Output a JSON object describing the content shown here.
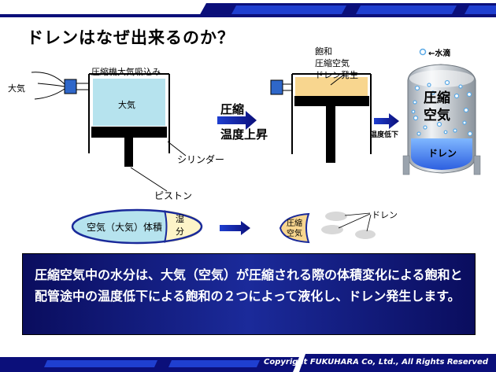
{
  "title": "ドレンはなぜ出来るのか？",
  "diagram": {
    "left": {
      "air_in_label": "大気",
      "intake_label": "圧縮機大気吸込み",
      "cylinder_content_label": "大気",
      "cylinder_label": "シリンダー",
      "piston_label": "ピストン"
    },
    "process_arrow": {
      "line1": "圧縮",
      "line2": "温度上昇"
    },
    "middle": {
      "label_line1": "飽和",
      "label_line2": "圧縮空気",
      "label_line3": "ドレン発生"
    },
    "cooling_arrow_label": "温度低下",
    "tank": {
      "droplet_label": "←水滴",
      "air_label_line1": "圧縮",
      "air_label_line2": "空気",
      "drain_label": "ドレン"
    },
    "volume": {
      "ellipse_label": "空気（大気）体積",
      "moisture_label_line1": "湿",
      "moisture_label_line2": "分",
      "compressed_label_line1": "圧縮",
      "compressed_label_line2": "空気",
      "drain_label": "ドレン"
    }
  },
  "description": "圧縮空気中の水分は、大気（空気）が圧縮される際の体積変化による飽和と配管途中の温度低下による飽和の２つによって液化し、ドレン発生します。",
  "footer": {
    "copyright": "Copyright FUKUHARA Co, Ltd., All Rights Reserved"
  },
  "colors": {
    "navy": "#0b0f7a",
    "accent_blue": "#1f3fd0",
    "cylinder_air": "#b6e3ee",
    "compressed_air": "#f8d68f",
    "piston": "#000000",
    "volume_fill": "#b6e3ee",
    "moisture_fill": "#fdf4c8",
    "drain_fill": "#d8d8d8"
  }
}
